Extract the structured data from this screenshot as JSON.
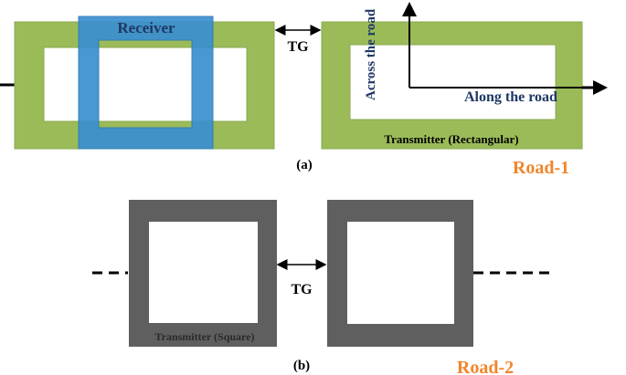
{
  "colors": {
    "green": "#9bbb59",
    "green_stroke": "#8aa84f",
    "blue": "#3a8fd0",
    "blue_stroke": "#2b79b8",
    "gray": "#5f5f5f",
    "navy": "#1f3864",
    "orange": "#f0862a",
    "black": "#000000"
  },
  "road1": {
    "receiver_label": "Receiver",
    "gap_label": "TG",
    "transmitter_label": "Transmitter (Rectangular)",
    "axis_across_label": "Across the road",
    "axis_along_label": "Along the road",
    "caption": "(a)",
    "road_label": "Road-1"
  },
  "road2": {
    "gap_label": "TG",
    "transmitter_label": "Transmitter (Square)",
    "caption": "(b)",
    "road_label": "Road-2"
  }
}
